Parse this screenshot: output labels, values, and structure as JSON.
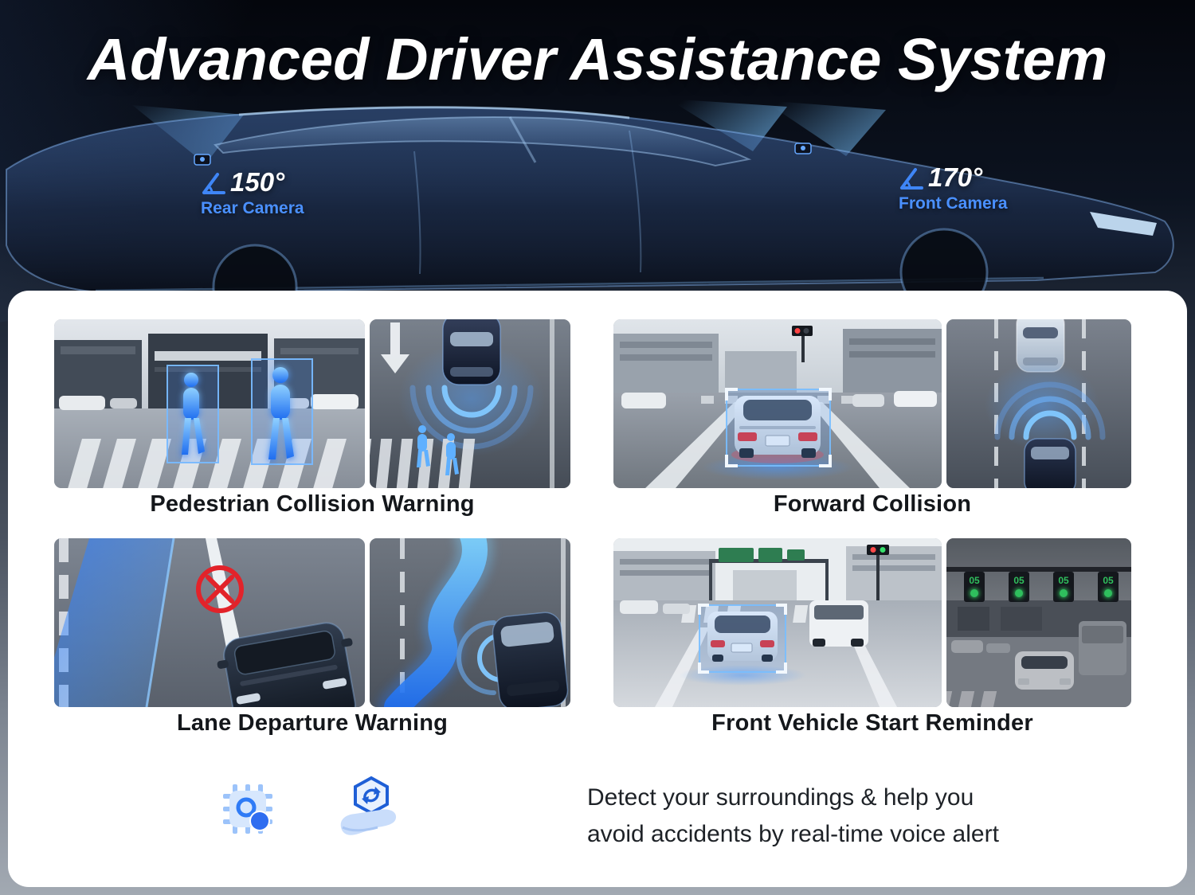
{
  "header": {
    "title": "Advanced Driver Assistance System"
  },
  "cameras": {
    "rear": {
      "angle": "150°",
      "label": "Rear Camera"
    },
    "front": {
      "angle": "170°",
      "label": "Front Camera"
    }
  },
  "features": [
    {
      "caption": "Pedestrian Collision Warning"
    },
    {
      "caption": "Forward Collision"
    },
    {
      "caption": "Lane Departure Warning"
    },
    {
      "caption": "Front Vehicle Start Reminder"
    }
  ],
  "footer": {
    "line1": "Detect your surroundings & help you",
    "line2": "avoid accidents by real-time voice alert"
  },
  "signals": {
    "countdown": "05"
  },
  "colors": {
    "accent_blue": "#2E7BF6",
    "label_blue": "#4A90FF",
    "alert_red": "#E2232A",
    "signal_green": "#35E06A",
    "card_bg": "#FFFFFF",
    "caption_text": "#15181C"
  }
}
